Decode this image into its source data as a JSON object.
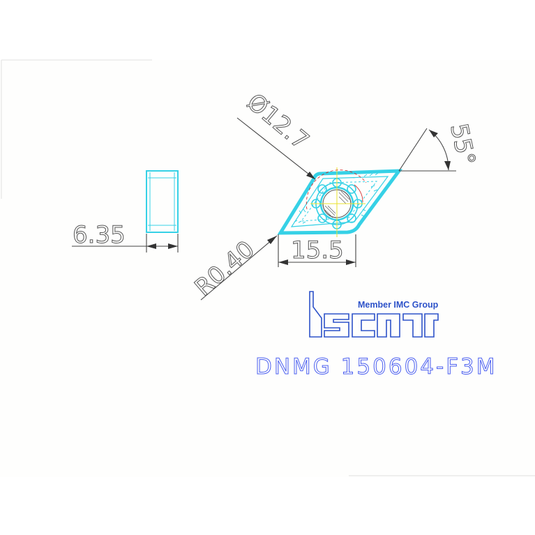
{
  "drawing": {
    "dim_thickness": "6.35",
    "dim_diameter": "Ø12.7",
    "dim_angle": "55°",
    "dim_radius": "R0.40",
    "dim_length": "15.5"
  },
  "brand": {
    "tagline": "Member IMC Group",
    "logo_text": "iscar"
  },
  "part_code": "DNMG 150604-F3M",
  "colors": {
    "outline": "#36d1e6",
    "accent": "#2d52c9",
    "code": "#4a5ef0",
    "dimension": "#444444",
    "center_mark": "#e8e12c",
    "red_mark": "#d02020"
  }
}
